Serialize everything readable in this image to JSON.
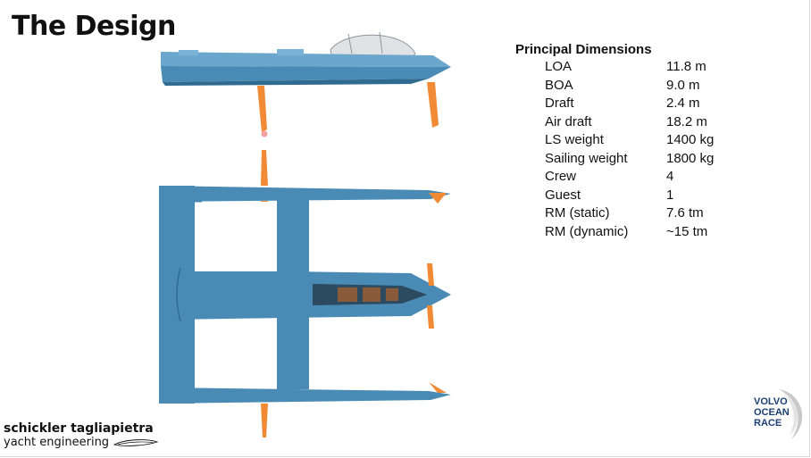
{
  "slide": {
    "title": "The Design"
  },
  "dimensions": {
    "heading": "Principal Dimensions",
    "rows": [
      {
        "label": "LOA",
        "value": "11.8 m"
      },
      {
        "label": "BOA",
        "value": "9.0 m"
      },
      {
        "label": "Draft",
        "value": "2.4 m"
      },
      {
        "label": "Air draft",
        "value": "18.2 m"
      },
      {
        "label": "LS weight",
        "value": "1400 kg"
      },
      {
        "label": "Sailing weight",
        "value": "1800 kg"
      },
      {
        "label": "Crew",
        "value": "4"
      },
      {
        "label": "Guest",
        "value": "1"
      },
      {
        "label": "RM (static)",
        "value": "7.6 tm"
      },
      {
        "label": "RM (dynamic)",
        "value": "~15 tm"
      }
    ]
  },
  "company": {
    "name": "schickler tagliapietra",
    "subtitle": "yacht engineering"
  },
  "logo": {
    "line1": "VOLVO",
    "line2": "OCEAN",
    "line3": "RACE"
  },
  "colors": {
    "hull_blue": "#4a8bb5",
    "hull_light": "#6ba7cc",
    "hull_dark": "#2f6a90",
    "foil_orange": "#f08a35",
    "text": "#111111",
    "logo_blue": "#1b3f73"
  }
}
